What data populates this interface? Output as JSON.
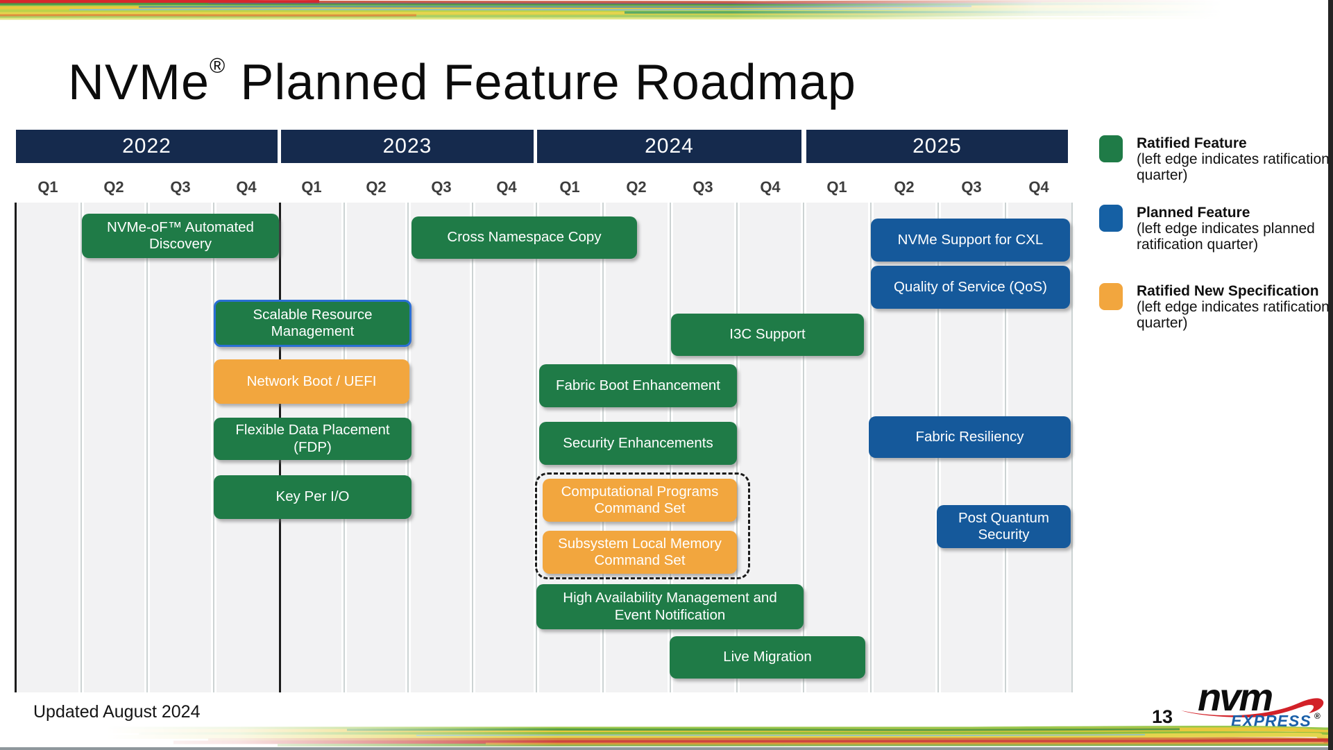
{
  "slide": {
    "title_brand": "NVMe",
    "title_reg": "®",
    "title_rest": " Planned Feature Roadmap",
    "updated": "Updated August 2024",
    "page_number": "13",
    "logo": {
      "nvm": "nvm",
      "express": "EXPRESS",
      "registered": "®"
    }
  },
  "timeline": {
    "years": [
      "2022",
      "2023",
      "2024",
      "2025"
    ],
    "quarter_labels": [
      "Q1",
      "Q2",
      "Q3",
      "Q4"
    ]
  },
  "legend": [
    {
      "name": "ratified-feature",
      "color": "#1f7b47",
      "title": "Ratified Feature",
      "desc": "(left edge indicates ratification quarter)"
    },
    {
      "name": "planned-feature",
      "color": "#1560a4",
      "title": "Planned Feature",
      "desc": "(left edge indicates planned ratification quarter)"
    },
    {
      "name": "ratified-new-specification",
      "color": "#f2a63e",
      "title": "Ratified New Specification",
      "desc": "(left edge indicates ratification quarter)"
    }
  ],
  "chart_data": {
    "type": "bar",
    "subtype": "gantt-roadmap",
    "title": "NVMe® Planned Feature Roadmap",
    "x_axis": {
      "years": [
        2022,
        2023,
        2024,
        2025
      ],
      "quarters_per_year": 4,
      "tick_labels": [
        "Q1",
        "Q2",
        "Q3",
        "Q4"
      ]
    },
    "grid": true,
    "legend_position": "right",
    "categories_meaning": {
      "ratified": "green",
      "planned": "blue",
      "ratified-new-spec": "orange"
    },
    "features": [
      {
        "label": "NVMe-oF™ Automated Discovery",
        "category": "ratified",
        "start": "2022-Q2",
        "end": "2022-Q4"
      },
      {
        "label": "Cross Namespace Copy",
        "category": "ratified",
        "start": "2023-Q3",
        "end": "2024-Q2"
      },
      {
        "label": "NVMe Support for CXL",
        "category": "planned",
        "start": "2025-Q2",
        "end": "2025-Q4"
      },
      {
        "label": "Quality of Service (QoS)",
        "category": "planned",
        "start": "2025-Q2",
        "end": "2025-Q4"
      },
      {
        "label": "Scalable Resource Management",
        "category": "ratified",
        "start": "2022-Q4",
        "end": "2023-Q2",
        "outline": "blue"
      },
      {
        "label": "I3C Support",
        "category": "ratified",
        "start": "2024-Q3",
        "end": "2025-Q1"
      },
      {
        "label": "Network Boot / UEFI",
        "category": "ratified-new-spec",
        "start": "2022-Q4",
        "end": "2023-Q2"
      },
      {
        "label": "Fabric Boot Enhancement",
        "category": "ratified",
        "start": "2024-Q1",
        "end": "2024-Q3"
      },
      {
        "label": "Fabric Resiliency",
        "category": "planned",
        "start": "2025-Q2",
        "end": "2025-Q4"
      },
      {
        "label": "Flexible Data Placement (FDP)",
        "category": "ratified",
        "start": "2022-Q4",
        "end": "2023-Q2"
      },
      {
        "label": "Security Enhancements",
        "category": "ratified",
        "start": "2024-Q1",
        "end": "2024-Q3"
      },
      {
        "label": "Key Per I/O",
        "category": "ratified",
        "start": "2022-Q4",
        "end": "2023-Q2"
      },
      {
        "label": "Computational Programs Command Set",
        "category": "ratified-new-spec",
        "start": "2024-Q1",
        "end": "2024-Q3",
        "group": "dashed"
      },
      {
        "label": "Subsystem Local Memory Command Set",
        "category": "ratified-new-spec",
        "start": "2024-Q1",
        "end": "2024-Q3",
        "group": "dashed"
      },
      {
        "label": "Post Quantum Security",
        "category": "planned",
        "start": "2025-Q3",
        "end": "2025-Q4"
      },
      {
        "label": "High Availability Management and Event Notification",
        "category": "ratified",
        "start": "2024-Q1",
        "end": "2024-Q4"
      },
      {
        "label": "Live Migration",
        "category": "ratified",
        "start": "2024-Q3",
        "end": "2025-Q1"
      }
    ]
  }
}
